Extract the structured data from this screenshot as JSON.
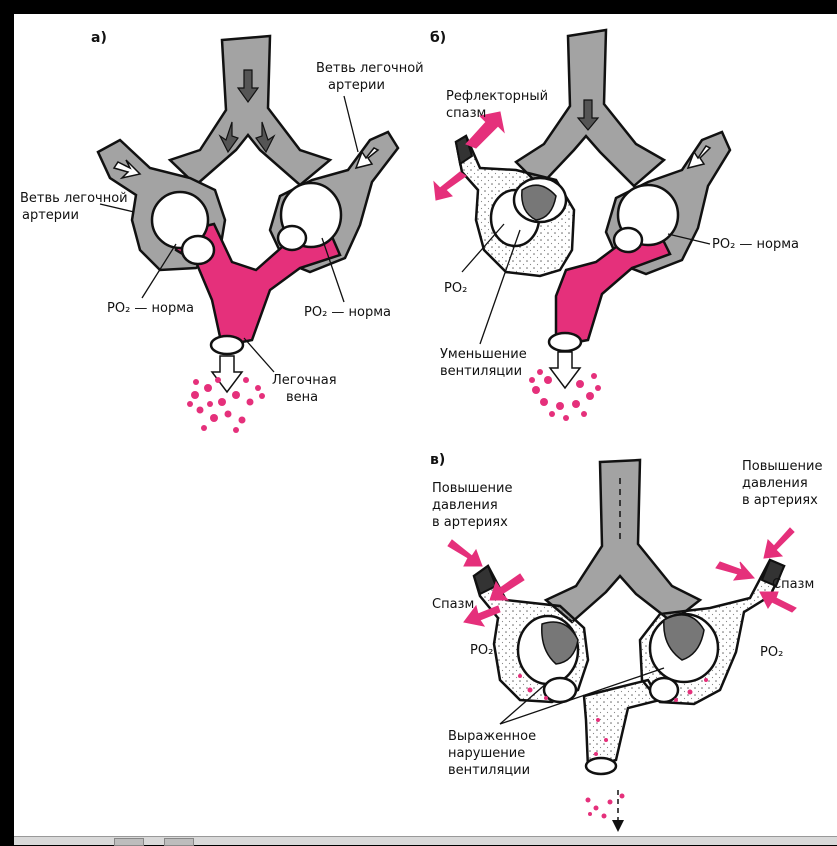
{
  "panels": {
    "a": {
      "letter": "а)",
      "branch_right": [
        "Ветвь легочной",
        "артерии"
      ],
      "branch_left": [
        "Ветвь легочной",
        "артерии"
      ],
      "po2_left": "PO₂ — норма",
      "po2_right": "PO₂ — норма",
      "vein": [
        "Легочная",
        "вена"
      ]
    },
    "b": {
      "letter": "б)",
      "spasm": [
        "Рефлекторный",
        "спазм"
      ],
      "po2_right": "PO₂ — норма",
      "po2_left": "PO₂",
      "vent": [
        "Уменьшение",
        "вентиляции"
      ]
    },
    "c": {
      "letter": "в)",
      "pressure_left": [
        "Повышение",
        "давления",
        "в артериях"
      ],
      "pressure_right": [
        "Повышение",
        "давления",
        "в артериях"
      ],
      "spasm_left": "Спазм",
      "spasm_right": "Спазм",
      "po2_left": "PO₂",
      "po2_right": "PO₂",
      "vent": [
        "Выраженное",
        "нарушение",
        "вентиляции"
      ]
    }
  },
  "colors": {
    "blood": "#e5307b",
    "vessel": "#a3a3a3",
    "background": "#000000"
  }
}
